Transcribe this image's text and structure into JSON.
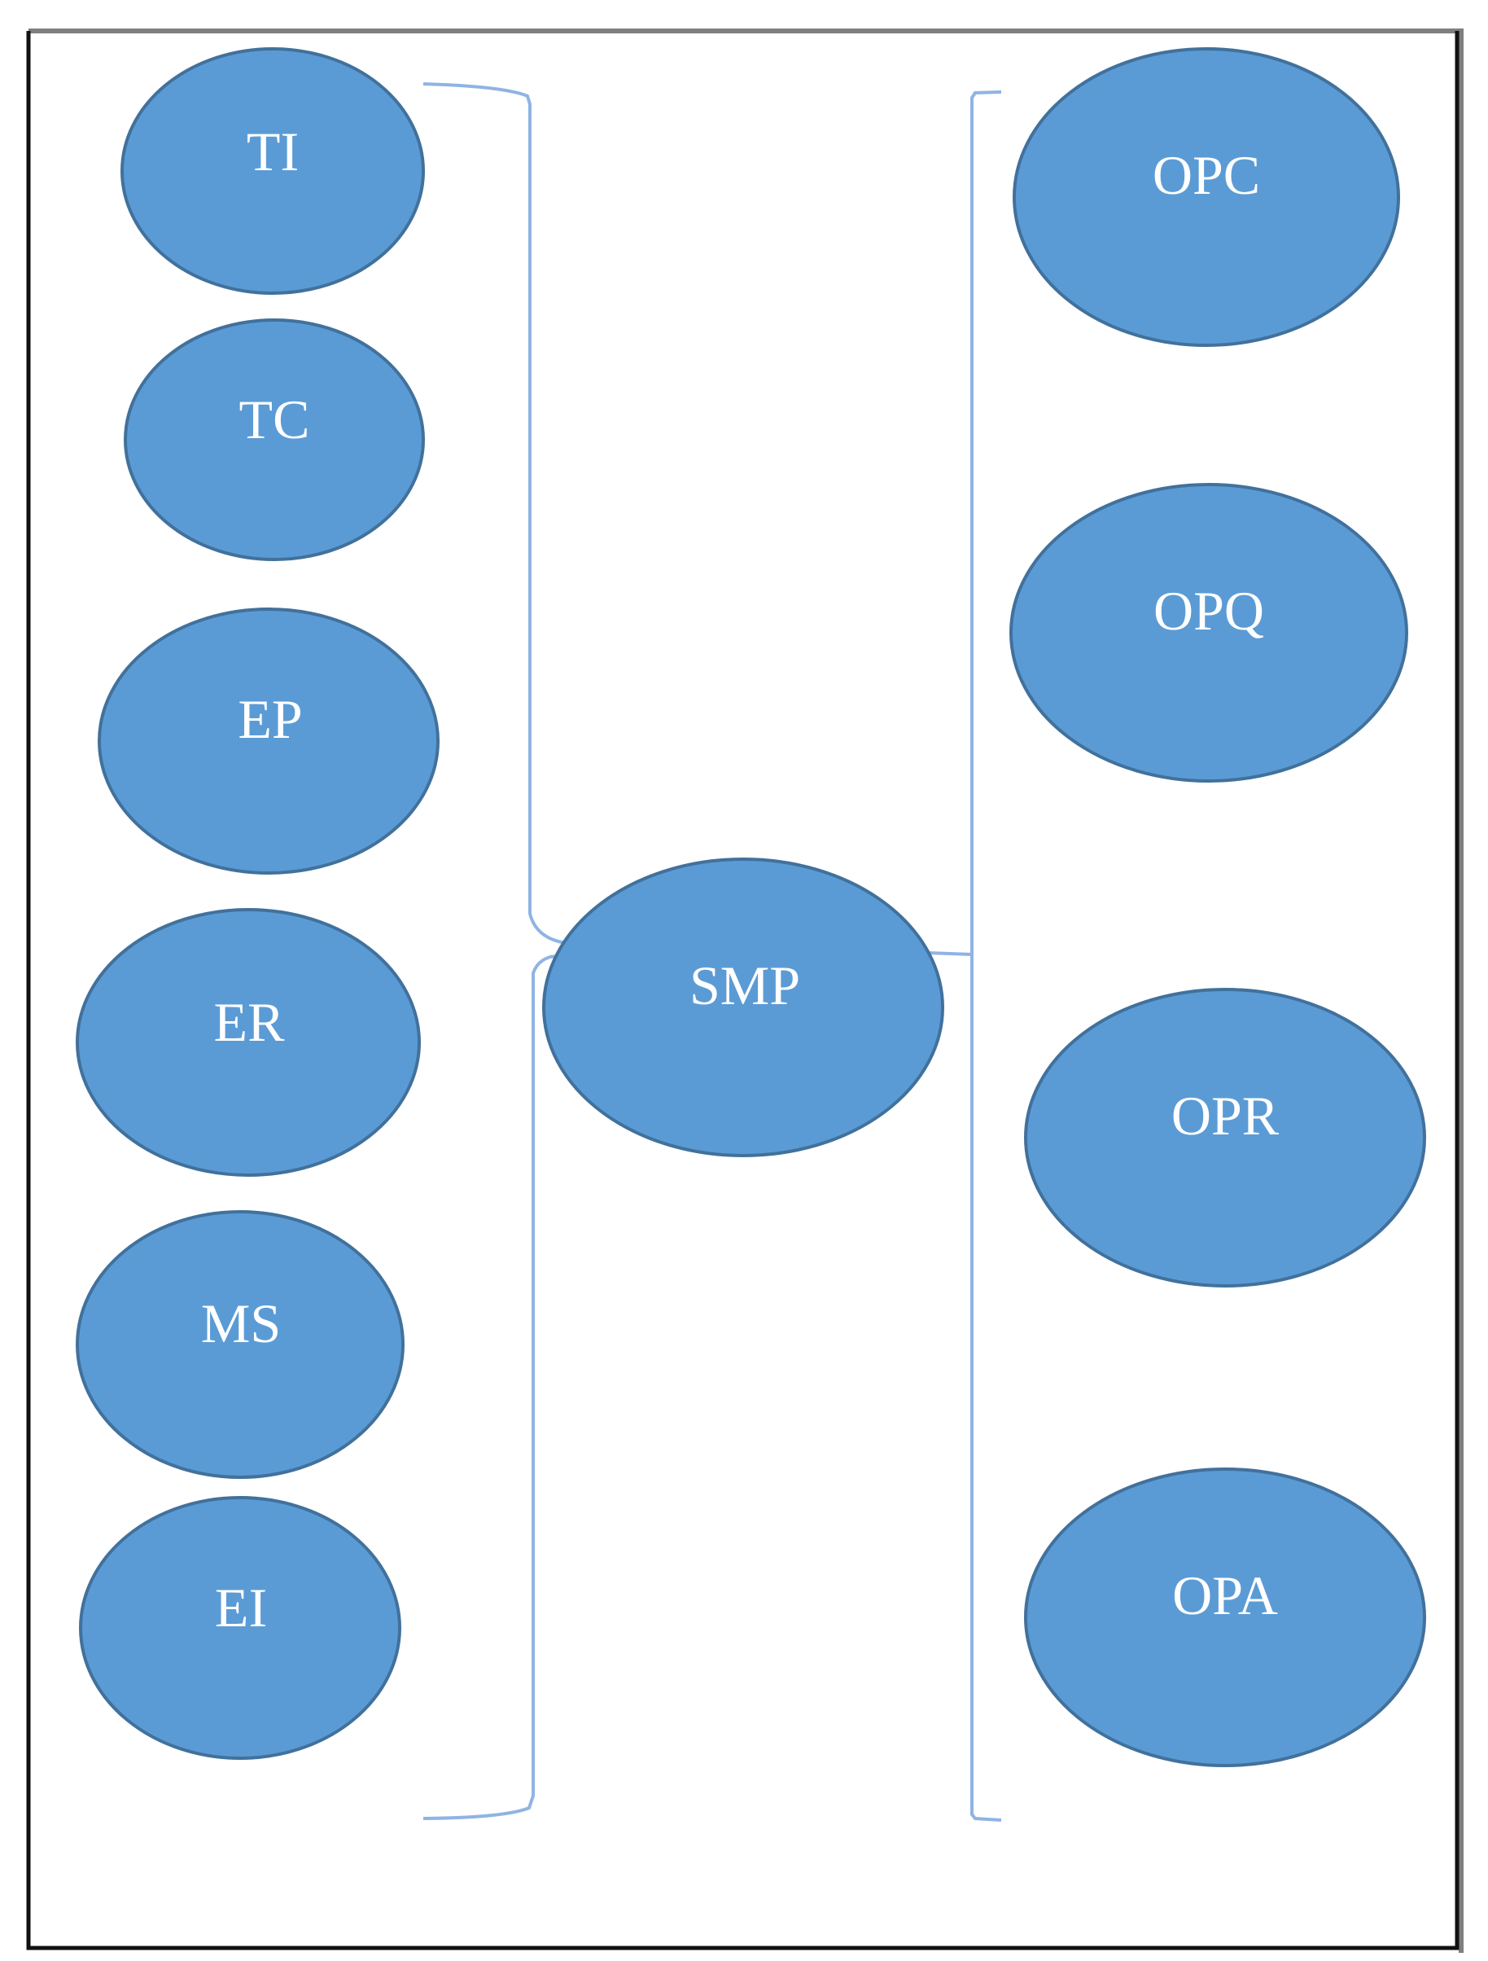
{
  "diagram": {
    "center": {
      "label": "SMP"
    },
    "left_nodes": [
      {
        "label": "TI"
      },
      {
        "label": "TC"
      },
      {
        "label": "EP"
      },
      {
        "label": "ER"
      },
      {
        "label": "MS"
      },
      {
        "label": "EI"
      }
    ],
    "right_nodes": [
      {
        "label": "OPC"
      },
      {
        "label": "OPQ"
      },
      {
        "label": "OPR"
      },
      {
        "label": "OPA"
      }
    ],
    "colors": {
      "node_fill": "#5b9bd5",
      "node_stroke": "#41719c",
      "bracket": "#8fb4e3",
      "label": "#ffffff"
    }
  }
}
